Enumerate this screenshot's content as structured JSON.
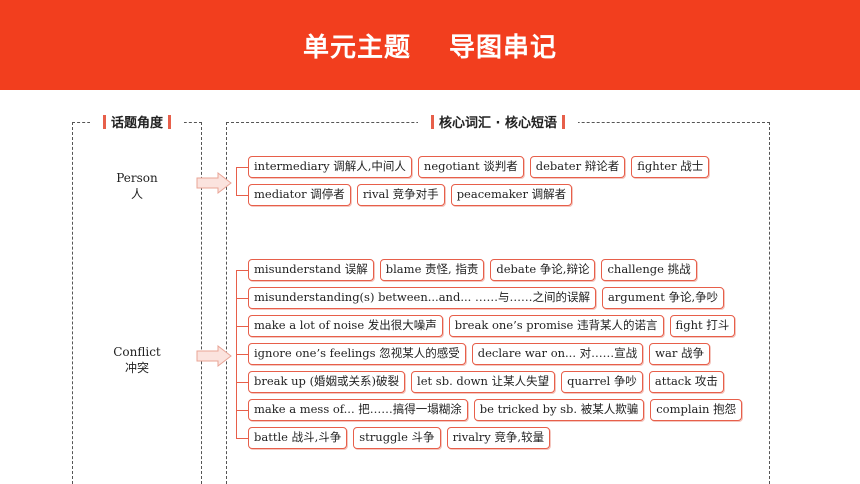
{
  "banner": {
    "title_left": "单元主题",
    "title_right": "导图串记"
  },
  "left_box": {
    "title": "话题角度"
  },
  "right_box": {
    "title": "核心词汇 · 核心短语"
  },
  "categories": {
    "person": {
      "en": "Person",
      "cn": "人"
    },
    "conflict": {
      "en": "Conflict",
      "cn": "冲突"
    }
  },
  "colors": {
    "accent": "#f23e1e",
    "border": "#e75f4a"
  },
  "groups": {
    "person_rows": [
      [
        "intermediary 调解人,中间人",
        "negotiant 谈判者",
        "debater 辩论者",
        "fighter 战士"
      ],
      [
        "mediator 调停者",
        "rival 竞争对手",
        "peacemaker 调解者"
      ]
    ],
    "conflict_rows": [
      [
        "misunderstand 误解",
        "blame 责怪, 指责",
        "debate 争论,辩论",
        "challenge 挑战"
      ],
      [
        "misunderstanding(s) between...and... ……与……之间的误解",
        "argument 争论,争吵"
      ],
      [
        "make a lot of noise 发出很大噪声",
        "break one’s promise 违背某人的诺言",
        "fight 打斗"
      ],
      [
        "ignore one’s feelings 忽视某人的感受",
        "declare war on... 对……宣战",
        "war 战争"
      ],
      [
        "break up (婚姻或关系)破裂",
        "let sb. down 让某人失望",
        "quarrel 争吵",
        "attack 攻击"
      ],
      [
        "make a mess of... 把……搞得一塌糊涂",
        "be tricked by sb. 被某人欺骗",
        "complain 抱怨"
      ],
      [
        "battle 战斗,斗争",
        "struggle 斗争",
        "rivalry 竞争,较量"
      ]
    ]
  }
}
